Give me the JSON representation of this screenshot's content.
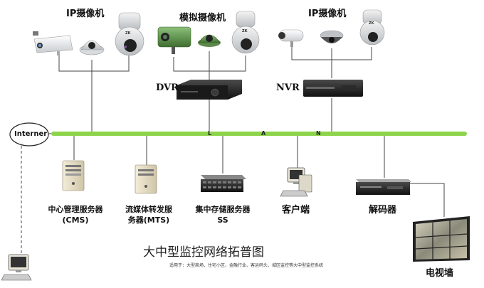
{
  "groups": {
    "ip_left": "IP摄像机",
    "analog": "模拟摄像机",
    "ip_right": "IP摄像机"
  },
  "recorders": {
    "dvr": "DVR",
    "nvr": "NVR"
  },
  "internet": "Interner",
  "lan": [
    "L",
    "A",
    "N"
  ],
  "nodes": {
    "cms_line1": "中心管理服务器",
    "cms_line2": "(CMS)",
    "mts_line1": "流媒体转发服",
    "mts_line2": "务器(MTS)",
    "storage_line1": "集中存储服务器",
    "storage_line2": "SS",
    "client": "客户端",
    "decoder": "解码器",
    "videowall": "电视墙"
  },
  "title": "大中型监控网络拓普图",
  "subtitle": "适用于：大型商场、住宅小区、金融行业、客运码头、城区监控等大中型监控系统",
  "camera_badge": "ZK",
  "colors": {
    "lan": "#8cd44a",
    "device_dark": "#1a1a1a",
    "analog_green": "#4f8a3c"
  }
}
